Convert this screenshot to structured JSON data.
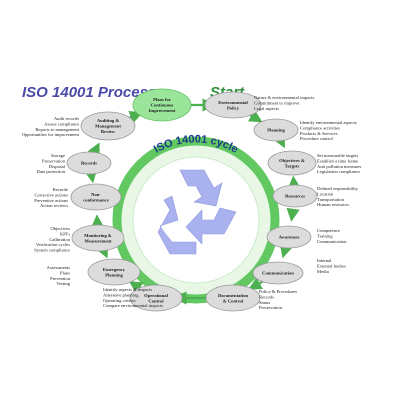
{
  "title": "ISO 14001 Process",
  "start_label": "Start",
  "cycle_label": "ISO 14001 cycle",
  "colors": {
    "title": "#4a4aa8",
    "start": "#2f8f3a",
    "ring": "#62c962",
    "ring_inner": "#e9f7e7",
    "arrow": "#4caf50",
    "node_fill": "#dcdcdc",
    "node_stroke": "#9a9a9a",
    "highlight_fill": "#9be59b",
    "recycle": "#a9b2ee"
  },
  "nodes": [
    {
      "id": "plans-for-continuous-improvement",
      "lines": [
        "Plans for",
        "Continuous",
        "Improvement"
      ],
      "highlight": true
    },
    {
      "id": "environmental-policy",
      "lines": [
        "Environmental",
        "Policy"
      ]
    },
    {
      "id": "planning",
      "lines": [
        "Planning"
      ]
    },
    {
      "id": "objectives-targets",
      "lines": [
        "Objectives &",
        "Targets"
      ]
    },
    {
      "id": "resources",
      "lines": [
        "Resources"
      ]
    },
    {
      "id": "awareness",
      "lines": [
        "Awareness"
      ]
    },
    {
      "id": "communication",
      "lines": [
        "Communication"
      ]
    },
    {
      "id": "documentation-control",
      "lines": [
        "Documentation",
        "& Control"
      ]
    },
    {
      "id": "operational-control",
      "lines": [
        "Operational",
        "Control"
      ]
    },
    {
      "id": "emergency-planning",
      "lines": [
        "Emergency",
        "Planning"
      ]
    },
    {
      "id": "monitoring-measurement",
      "lines": [
        "Monitoring &",
        "Measurement"
      ]
    },
    {
      "id": "non-conformance",
      "lines": [
        "Non-",
        "conformance"
      ]
    },
    {
      "id": "records",
      "lines": [
        "Records"
      ]
    },
    {
      "id": "auditing-management-review",
      "lines": [
        "Auditing &",
        "Management",
        "Review"
      ]
    }
  ],
  "descriptions": [
    {
      "id": "environmental-policy",
      "lines": [
        "Nature & environmental impacts",
        "Commitment to improve",
        "Legal aspects"
      ]
    },
    {
      "id": "planning",
      "lines": [
        "Identify environmental aspects",
        "Compliance activities",
        "Products & Services",
        "Procedure control"
      ]
    },
    {
      "id": "objectives-targets",
      "lines": [
        "Set measurable targets",
        "Establish a time frame",
        "Anti pollution measures",
        "Legislation compliance"
      ]
    },
    {
      "id": "resources",
      "lines": [
        "Defined responsibility",
        "Location",
        "Transportation",
        "Human resources"
      ]
    },
    {
      "id": "awareness",
      "lines": [
        "Competence",
        "Training",
        "Communication"
      ]
    },
    {
      "id": "communication",
      "lines": [
        "Internal",
        "External bodies",
        "Media"
      ]
    },
    {
      "id": "documentation-control",
      "lines": [
        "Policy & Procedures",
        "Records",
        "Status",
        "Preservation"
      ]
    },
    {
      "id": "operational-control",
      "lines": [
        "Identify aspects & impacts",
        "Alterative planning",
        "Operating criteria",
        "Compare environmental impacts"
      ]
    },
    {
      "id": "emergency-planning",
      "lines": [
        "Assessments",
        "Plans",
        "Prevention",
        "Testing"
      ]
    },
    {
      "id": "monitoring-measurement",
      "lines": [
        "Objectives",
        "KPI's",
        "Calibration",
        "Verification cycles",
        "System compliance"
      ]
    },
    {
      "id": "non-conformance",
      "lines": [
        "Recorde",
        "Corrective actions",
        "Preventive actions",
        "Action reviews"
      ]
    },
    {
      "id": "records",
      "lines": [
        "Storage",
        "Preservation",
        "Disposal",
        "Data protection"
      ]
    },
    {
      "id": "auditing-management-review",
      "lines": [
        "Audit records",
        "Assess compliance",
        "Reports to management",
        "Opportunities for improvement"
      ]
    }
  ]
}
